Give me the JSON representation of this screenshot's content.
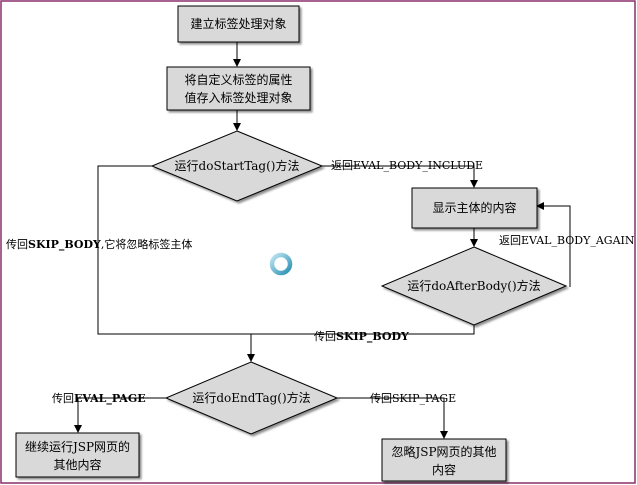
{
  "nodes": {
    "create_handler": "建立标签处理对象",
    "set_attributes_line1": "将自定义标签的属性",
    "set_attributes_line2": "值存入标签处理对象",
    "do_start_tag": "运行doStartTag()方法",
    "show_body": "显示主体的内容",
    "do_after_body": "运行doAfterBody()方法",
    "do_end_tag": "运行doEndTag()方法",
    "continue_jsp_line1": "继续运行JSP网页的",
    "continue_jsp_line2": "其他内容",
    "skip_jsp_line1": "忽略JSP网页的其他",
    "skip_jsp_line2": "内容"
  },
  "edge_labels": {
    "eval_body_include": "返回EVAL_BODY_INCLUDE",
    "eval_body_again": "返回EVAL_BODY_AGAIN",
    "skip_body_left_prefix": "传回",
    "skip_body_left_bold": "SKIP_BODY",
    "skip_body_left_suffix": ",它将忽略标签主体",
    "skip_body_bottom_prefix": "传回",
    "skip_body_bottom_bold": "SKIP_BODY",
    "eval_page_prefix": "传回",
    "eval_page_bold": "EVAL_PAGE",
    "skip_page": "传回SKIP_PAGE"
  },
  "colors": {
    "frame": "#8b2f6b",
    "box_fill": "#d9d9d9",
    "stroke": "#000000",
    "spinner": "#4aa8c8"
  }
}
